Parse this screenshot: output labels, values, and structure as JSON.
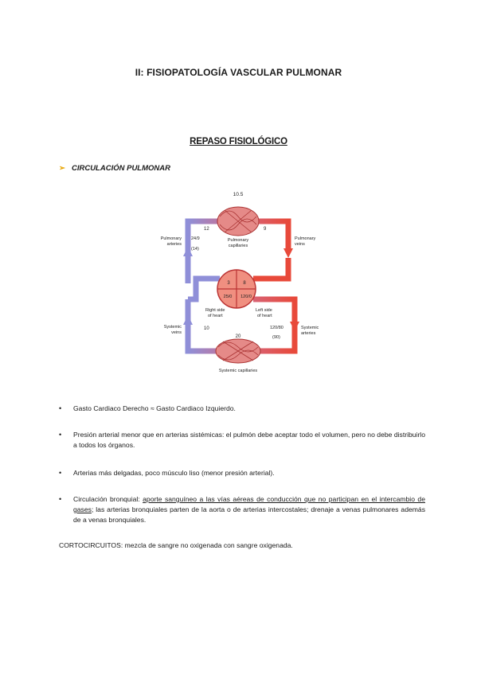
{
  "title": "II: FISIOPATOLOGÍA VASCULAR PULMONAR",
  "subtitle": "REPASO FISIOLÓGICO",
  "section": {
    "arrow": "➢",
    "heading": "CIRCULACIÓN PULMONAR"
  },
  "diagram": {
    "pulmonary_capillary_pressure": "10.5",
    "left_top_value": "12",
    "right_top_value": "9",
    "pulmonary_arteries_label_1": "Pulmonary",
    "pulmonary_arteries_label_2": "arteries",
    "pulmonary_artery_pressure": "24/9",
    "pulmonary_artery_mean": "(14)",
    "pulmonary_capillaries_label_1": "Pulmonary",
    "pulmonary_capillaries_label_2": "capillaries",
    "pulmonary_veins_label_1": "Pulmonary",
    "pulmonary_veins_label_2": "veins",
    "right_atrium": "3",
    "left_atrium": "8",
    "right_ventricle": "25/0",
    "left_ventricle": "120/0",
    "right_heart_label_1": "Right side",
    "right_heart_label_2": "of heart",
    "left_heart_label_1": "Left side",
    "left_heart_label_2": "of heart",
    "systemic_veins_label_1": "Systemic",
    "systemic_veins_label_2": "veins",
    "systemic_vein_pressure": "10",
    "systemic_artery_pressure": "120/80",
    "systemic_artery_mean": "(90)",
    "systemic_arteries_label_1": "Systemic",
    "systemic_arteries_label_2": "arteries",
    "systemic_capillary_pressure": "20",
    "systemic_capillaries_label": "Systemic capillaries"
  },
  "bullets": {
    "b1": "Gasto Cardiaco Derecho ≈ Gasto Cardiaco Izquierdo.",
    "b2": "Presión arterial menor que en arterias sistémicas: el pulmón debe aceptar todo el volumen, pero no debe distribuirlo a todos los órganos.",
    "b3": "Arterias más delgadas, poco músculo liso (menor presión arterial).",
    "b4_prefix": "Circulación bronquial: ",
    "b4_underlined": "aporte sanguíneo a las vías aéreas de conducción que no participan en el intercambio de gases",
    "b4_suffix": "; las arterias bronquiales parten de la aorta o de arterias intercostales; drenaje a venas pulmonares además de a venas bronquiales."
  },
  "shunts": {
    "label": "CORTOCIRCUITOS",
    "text": ": mezcla de sangre no oxigenada con sangre oxigenada."
  },
  "colors": {
    "venous": "#8f8fd8",
    "arterial": "#e8493a",
    "heart": "#f08f80",
    "arrow_accent": "#e8a400"
  }
}
